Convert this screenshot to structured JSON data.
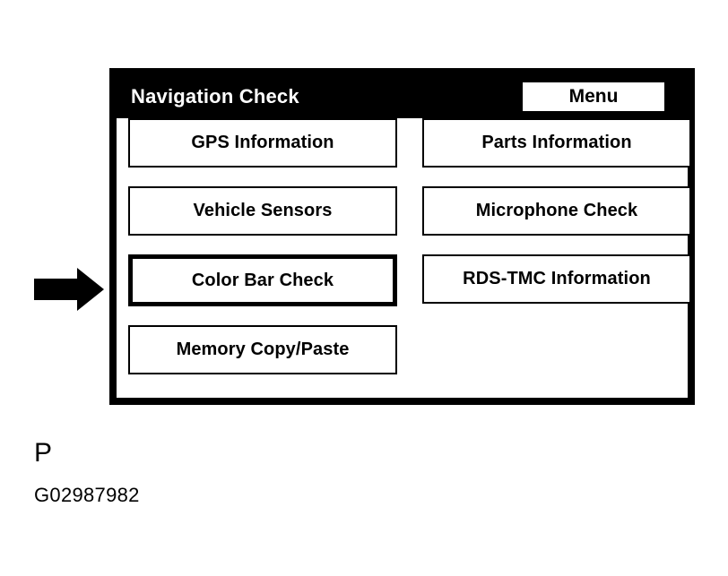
{
  "screen": {
    "title": "Navigation Check",
    "menu_button_label": "Menu",
    "left_column": [
      {
        "label": "GPS Information",
        "selected": false
      },
      {
        "label": "Vehicle Sensors",
        "selected": false
      },
      {
        "label": "Color Bar Check",
        "selected": true
      },
      {
        "label": "Memory Copy/Paste",
        "selected": false
      }
    ],
    "right_column": [
      {
        "label": "Parts Information",
        "selected": false
      },
      {
        "label": "Microphone Check",
        "selected": false
      },
      {
        "label": "RDS-TMC Information",
        "selected": false
      }
    ]
  },
  "annotation": {
    "arrow_icon": "arrow-right-icon",
    "arrow_target": "Color Bar Check"
  },
  "caption": {
    "letter": "P",
    "code": "G02987982"
  },
  "colors": {
    "page_background": "#ffffff",
    "panel_border": "#000000",
    "title_bar_background": "#000000",
    "title_text": "#ffffff",
    "button_background": "#ffffff",
    "button_border": "#000000",
    "button_text": "#000000"
  }
}
